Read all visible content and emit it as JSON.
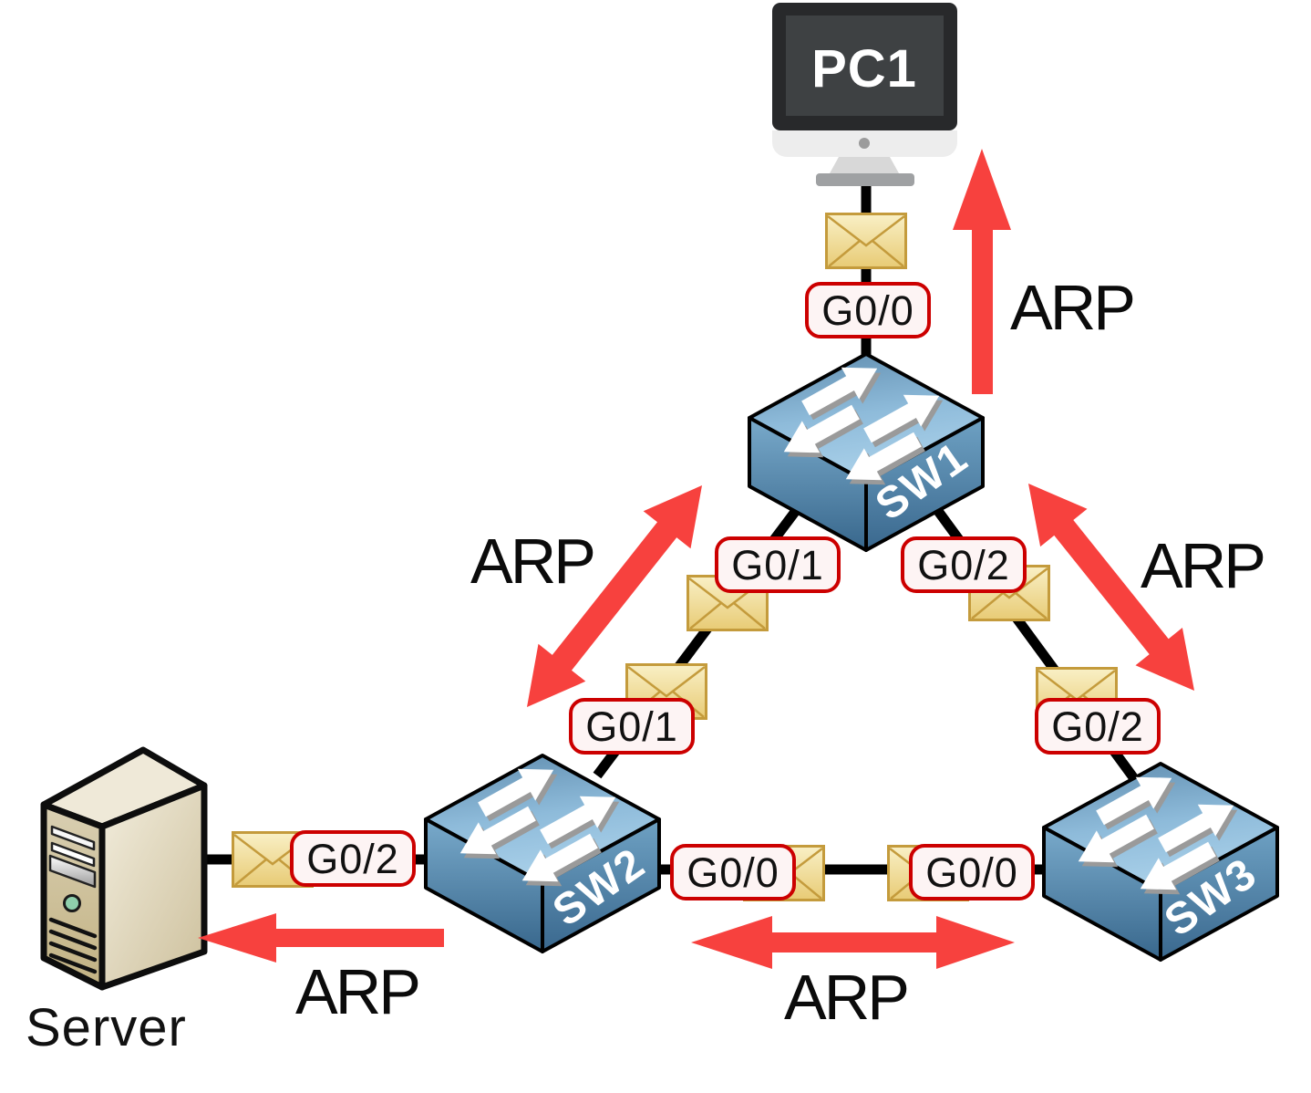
{
  "nodes": {
    "pc1": {
      "label": "PC1",
      "type": "desktop-computer"
    },
    "sw1": {
      "label": "SW1",
      "type": "network-switch"
    },
    "sw2": {
      "label": "SW2",
      "type": "network-switch"
    },
    "sw3": {
      "label": "SW3",
      "type": "network-switch"
    },
    "server": {
      "label": "Server",
      "type": "server-tower"
    }
  },
  "ports": {
    "pc1_g00": "G0/0",
    "sw1_g01": "G0/1",
    "sw1_g02": "G0/2",
    "sw2_g01": "G0/1",
    "sw3_g02": "G0/2",
    "sw2_g00": "G0/0",
    "sw3_g00": "G0/0",
    "sw2_g02_to_server": "G0/2"
  },
  "arp_arrows": {
    "pc1_up": {
      "label": "ARP",
      "direction": "up"
    },
    "sw1_sw2_diag": {
      "label": "ARP",
      "direction": "bidirectional-diagonal"
    },
    "sw1_sw3_diag": {
      "label": "ARP",
      "direction": "bidirectional-diagonal"
    },
    "to_server_left": {
      "label": "ARP",
      "direction": "left"
    },
    "sw2_sw3_horiz": {
      "label": "ARP",
      "direction": "bidirectional-horizontal"
    }
  },
  "icons": {
    "frame": "envelope-icon",
    "switch": "network-switch-icon",
    "pc": "desktop-computer-icon",
    "server": "server-tower-icon",
    "arp": "red-arrow"
  },
  "colors": {
    "arrow_red": "#f7413e",
    "port_label_border": "#cc0000",
    "port_label_fill": "#fdf4f4",
    "envelope_fill": "#eedc96",
    "envelope_border": "#c49b3c",
    "switch_blue": "#4d86ac",
    "link_black": "#000000"
  }
}
